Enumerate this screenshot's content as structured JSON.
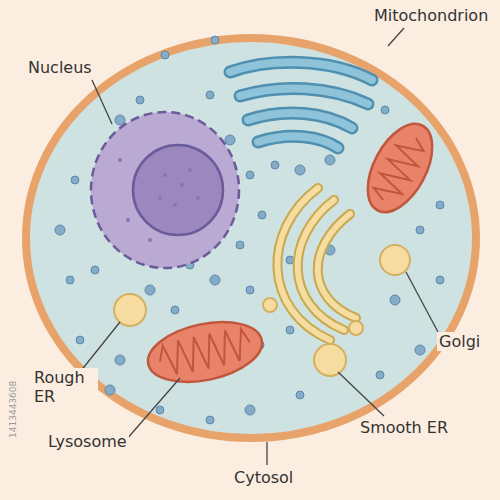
{
  "diagram": {
    "labels": [
      "Nucleus",
      "Mitochondrion",
      "Golgi",
      "Rough ER",
      "Lysosome",
      "Smooth ER",
      "Cytosol",
      "1413443608"
    ]
  }
}
